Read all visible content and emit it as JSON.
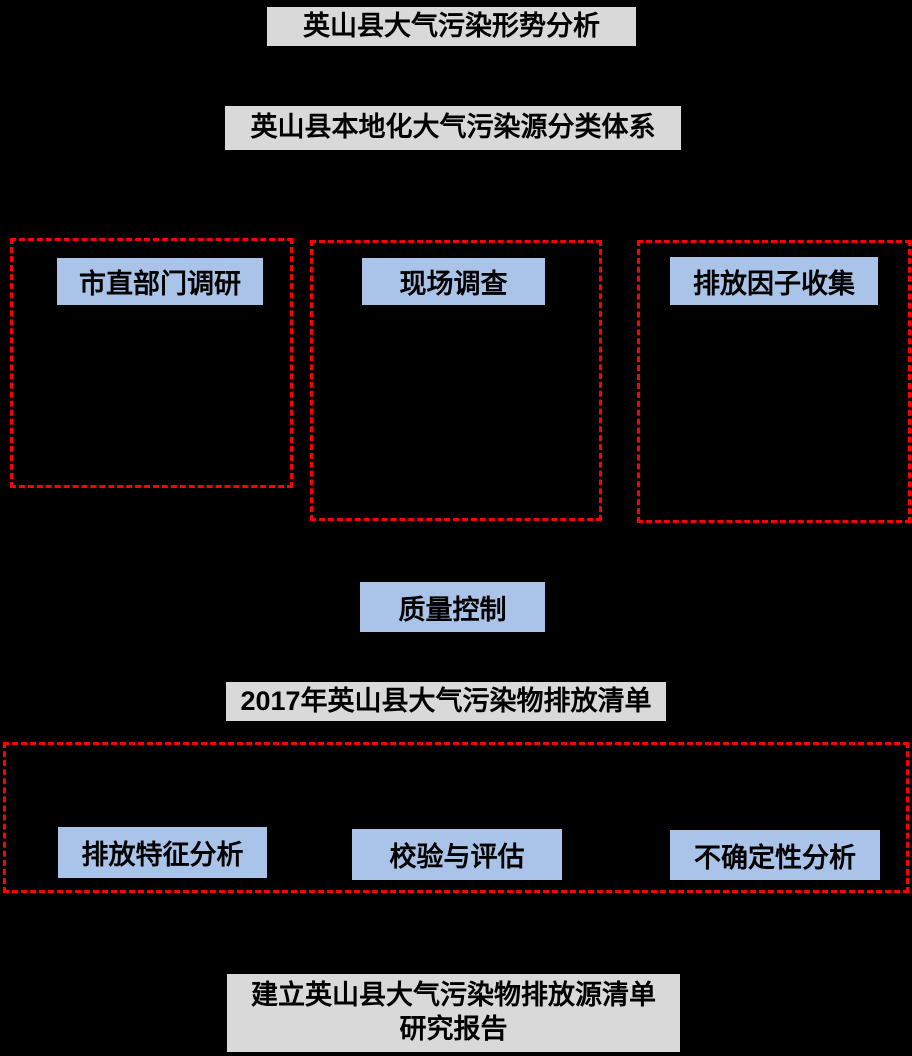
{
  "colors": {
    "background": "#000000",
    "box-fill": "#D9D9D9",
    "box-border": "#000000",
    "label-fill": "#A9C4E8",
    "dashed-border": "#FF0000",
    "text": "#000000"
  },
  "diagram": {
    "title": "英山县大气污染形势分析",
    "classification_system": "英山县本地化大气污染源分类体系",
    "method_labels": [
      "市直部门调研",
      "现场调查",
      "排放因子收集"
    ],
    "quality_control": "质量控制",
    "inventory": "2017年英山县大气污染物排放清单",
    "analysis_labels": [
      "排放特征分析",
      "校验与评估",
      "不确定性分析"
    ],
    "report": "建立英山县大气污染物排放源清单\n研究报告"
  }
}
